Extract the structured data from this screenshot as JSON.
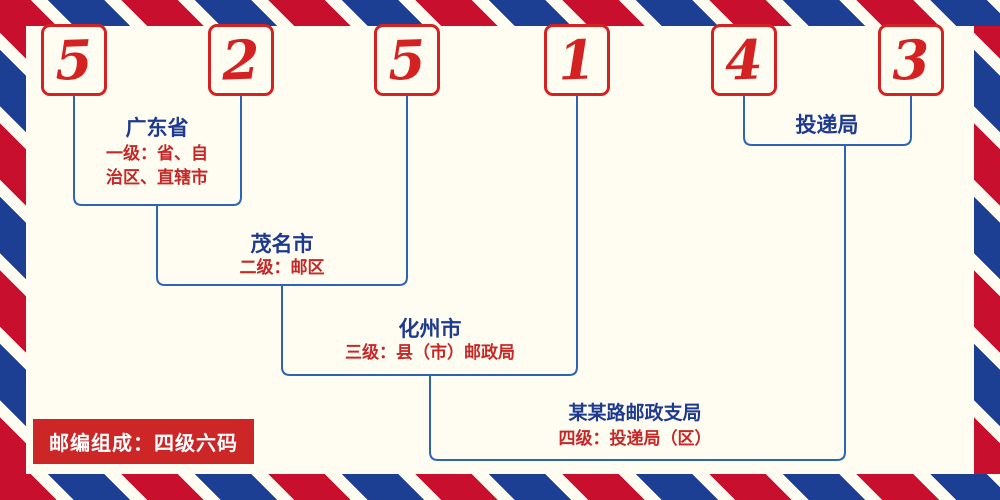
{
  "colors": {
    "stripe_red": "#c8102e",
    "stripe_blue": "#1c3f94",
    "digit_red": "#d42222",
    "label_blue": "#1e3a8f",
    "text_red": "#c62828",
    "line_blue": "#2e64b5",
    "background": "#fffdf2",
    "note_bg": "#cc2626"
  },
  "postal_code": {
    "digits": [
      "5",
      "2",
      "5",
      "1",
      "4",
      "3"
    ]
  },
  "levels": {
    "level1": {
      "name": "广东省",
      "desc": "一级：省、自\n治区、直辖市"
    },
    "level2": {
      "name": "茂名市",
      "desc": "二级：邮区"
    },
    "level3": {
      "name": "化州市",
      "desc": "三级：县（市）邮政局"
    },
    "level4": {
      "name": "某某路邮政支局",
      "desc": "四级：投递局（区）"
    },
    "delivery_office": {
      "name": "投递局"
    }
  },
  "footer": {
    "note": "邮编组成：四级六码"
  }
}
